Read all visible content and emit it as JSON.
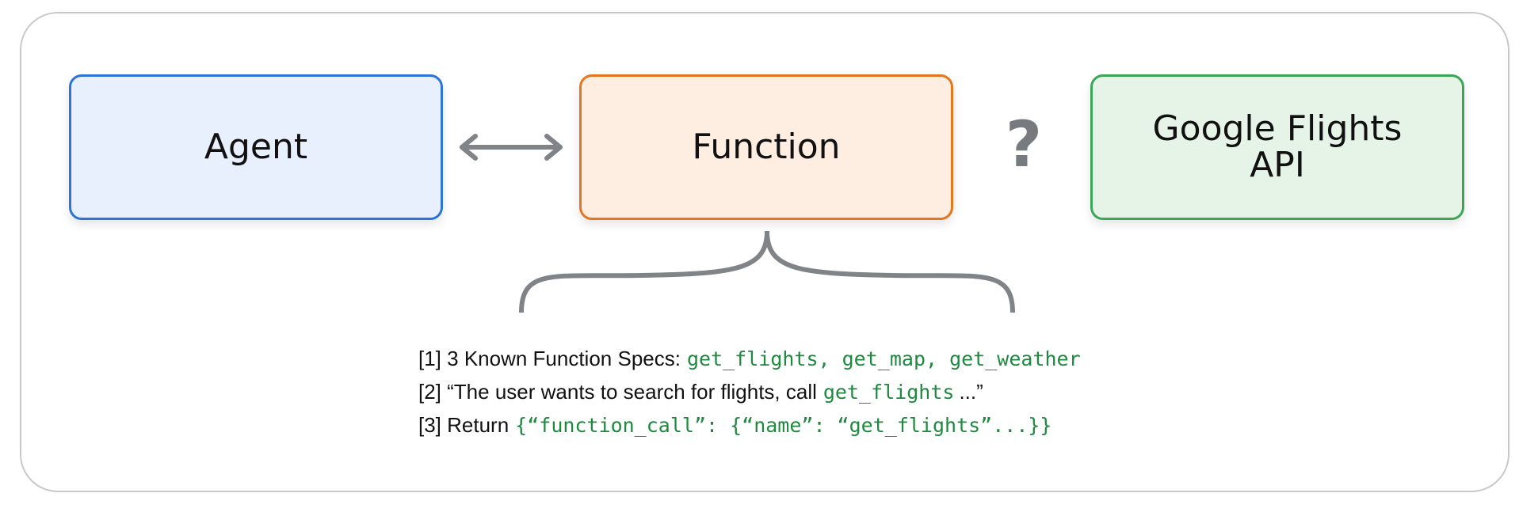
{
  "diagram": {
    "nodes": {
      "agent": {
        "label": "Agent",
        "fill": "#e8f0fd",
        "border": "#2d74da"
      },
      "function": {
        "label": "Function",
        "fill": "#fdeee1",
        "border": "#e5761f"
      },
      "api": {
        "label": "Google Flights\nAPI",
        "fill": "#e5f4e7",
        "border": "#3aa656"
      }
    },
    "unknown_link_symbol": "?",
    "edges": [
      {
        "from": "agent",
        "to": "function",
        "style": "double-arrow",
        "color": "#808387"
      }
    ],
    "notes": [
      {
        "prefix": "[1] 3 Known Function Specs:",
        "code": "get_flights, get_map, get_weather",
        "suffix": ""
      },
      {
        "prefix": "[2] “The user wants to search for flights, call",
        "code": "get_flights",
        "suffix": "...”"
      },
      {
        "prefix": "[3] Return",
        "code": "{“function_call”: {“name”: “get_flights”...}}",
        "suffix": ""
      }
    ]
  },
  "colors": {
    "code": "#1e8a3f",
    "connector": "#808387",
    "frame": "#c9c9c9"
  }
}
